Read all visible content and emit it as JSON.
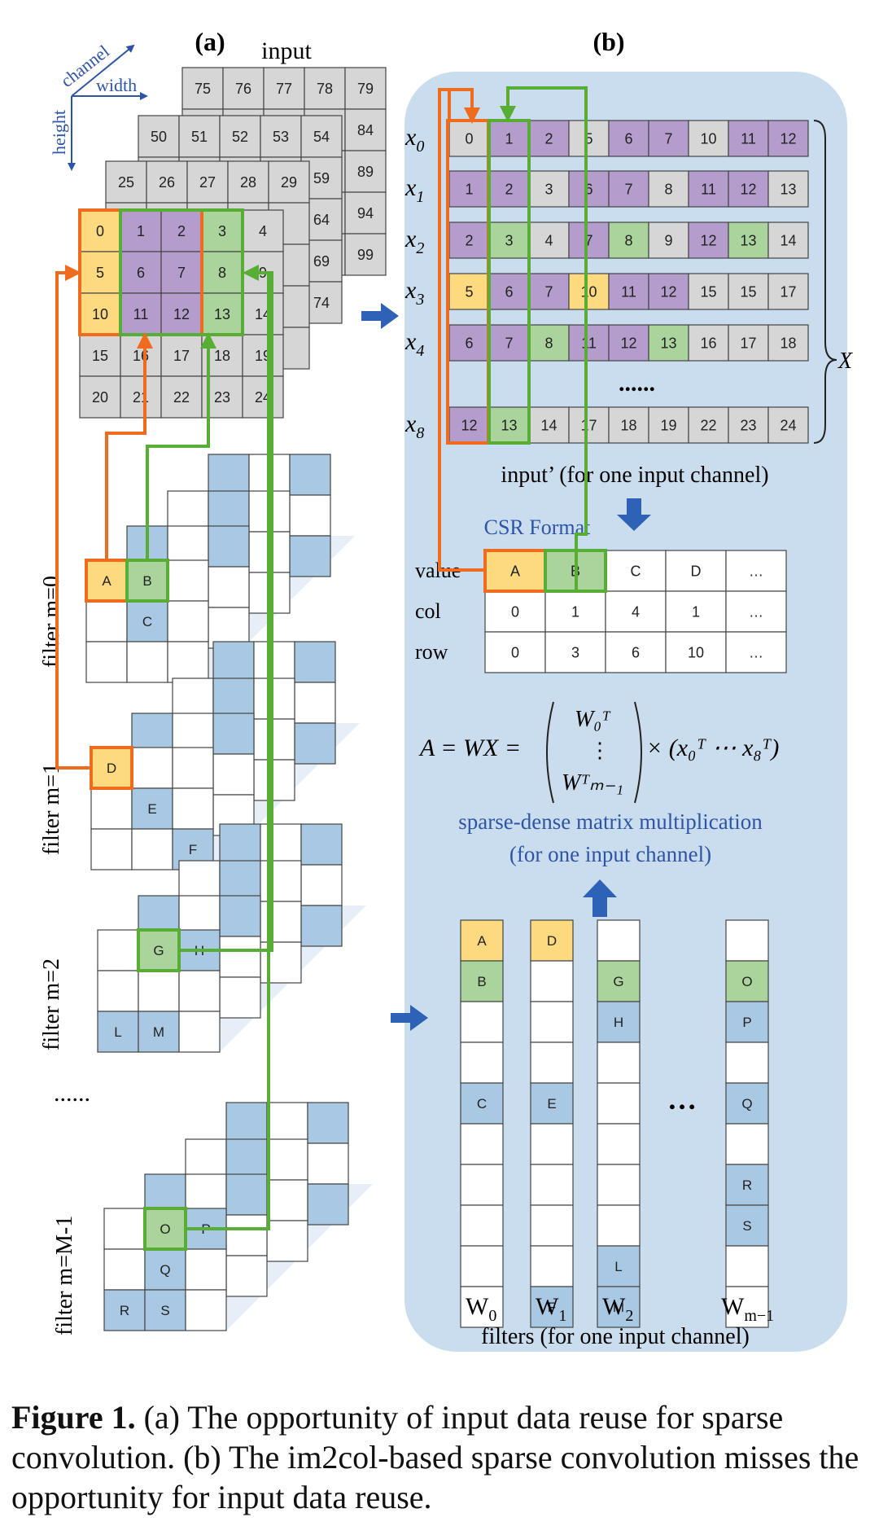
{
  "panel_a": {
    "label": "(a)",
    "input_label": "input",
    "axes": {
      "channel": "channel",
      "width": "width",
      "height": "height"
    },
    "layer4_visible": [
      "75",
      "76",
      "77",
      "78",
      "79",
      "84",
      "89",
      "94",
      "99"
    ],
    "layer3_visible": [
      "50",
      "51",
      "52",
      "53",
      "54",
      "59",
      "64",
      "69",
      "74"
    ],
    "layer2_visible": [
      "25",
      "26",
      "27",
      "28",
      "29"
    ],
    "front_grid": [
      [
        "0",
        "1",
        "2",
        "3",
        "4"
      ],
      [
        "5",
        "6",
        "7",
        "8",
        "9"
      ],
      [
        "10",
        "11",
        "12",
        "13",
        "14"
      ],
      [
        "15",
        "16",
        "17",
        "18",
        "19"
      ],
      [
        "20",
        "21",
        "22",
        "23",
        "24"
      ]
    ],
    "filters": [
      {
        "name": "filter m=0",
        "cells": [
          "A",
          "B",
          "C"
        ]
      },
      {
        "name": "filter m=1",
        "cells": [
          "D",
          "E",
          "F"
        ]
      },
      {
        "name": "filter m=2",
        "cells": [
          "G",
          "H",
          "L",
          "M"
        ]
      },
      {
        "name": "filter m=M-1",
        "cells": [
          "O",
          "P",
          "Q",
          "R",
          "S"
        ]
      }
    ],
    "ellipsis": "......"
  },
  "panel_b": {
    "label": "(b)",
    "rows": [
      {
        "name": "x0",
        "values": [
          "0",
          "1",
          "2",
          "5",
          "6",
          "7",
          "10",
          "11",
          "12"
        ]
      },
      {
        "name": "x1",
        "values": [
          "1",
          "2",
          "3",
          "6",
          "7",
          "8",
          "11",
          "12",
          "13"
        ]
      },
      {
        "name": "x2",
        "values": [
          "2",
          "3",
          "4",
          "7",
          "8",
          "9",
          "12",
          "13",
          "14"
        ]
      },
      {
        "name": "x3",
        "values": [
          "5",
          "6",
          "7",
          "10",
          "11",
          "12",
          "15",
          "15",
          "17"
        ]
      },
      {
        "name": "x4",
        "values": [
          "6",
          "7",
          "8",
          "11",
          "12",
          "13",
          "16",
          "17",
          "18"
        ]
      },
      {
        "name": "x8",
        "values": [
          "12",
          "13",
          "14",
          "17",
          "18",
          "19",
          "22",
          "23",
          "24"
        ]
      }
    ],
    "dots": "......",
    "X_label": "X",
    "input_prime": "input’ (for one input channel)",
    "csr_label": "CSR Format",
    "csr": {
      "value": [
        "value",
        "A",
        "B",
        "C",
        "D",
        "…"
      ],
      "col": [
        "col",
        "0",
        "1",
        "4",
        "1",
        "…"
      ],
      "row": [
        "row",
        "0",
        "3",
        "6",
        "10",
        "…"
      ]
    },
    "equation": "A = WX = ( W₀ᵀ ⋮ Wᵀₘ₋₁ ) × (x₀ᵀ ⋯ x₈ᵀ)",
    "spmm_line1": "sparse-dense matrix multiplication",
    "spmm_line2": "(for one input channel)",
    "columns": [
      {
        "name": "W0",
        "cells": [
          "A",
          "B",
          "",
          "",
          "C",
          "",
          "",
          "",
          "",
          ""
        ]
      },
      {
        "name": "W1",
        "cells": [
          "D",
          "",
          "",
          "",
          "E",
          "",
          "",
          "",
          "",
          "F"
        ]
      },
      {
        "name": "W2",
        "cells": [
          "",
          "G",
          "H",
          "",
          "",
          "",
          "",
          "",
          "L",
          "M"
        ]
      },
      {
        "name": "Wm-1",
        "cells": [
          "",
          "O",
          "P",
          "",
          "Q",
          "",
          "R",
          "S",
          "",
          ""
        ]
      }
    ],
    "col_ellipsis": "…",
    "filters_label": "filters (for one input channel)"
  },
  "colors": {
    "yellow": "#fdd980",
    "purple": "#b49ccc",
    "green": "#aad49c",
    "gray": "#d6d6d6",
    "blue": "#a9c8e4",
    "bg_blue": "#c9ddee",
    "orange": "#ef6c1f",
    "green_line": "#58ad34",
    "text_blue": "#2e55a5"
  },
  "caption": {
    "label": "Figure 1.",
    "text": " (a) The opportunity of input data reuse for sparse convolution. (b) The im2col-based sparse convolution misses the opportunity for input data reuse."
  }
}
